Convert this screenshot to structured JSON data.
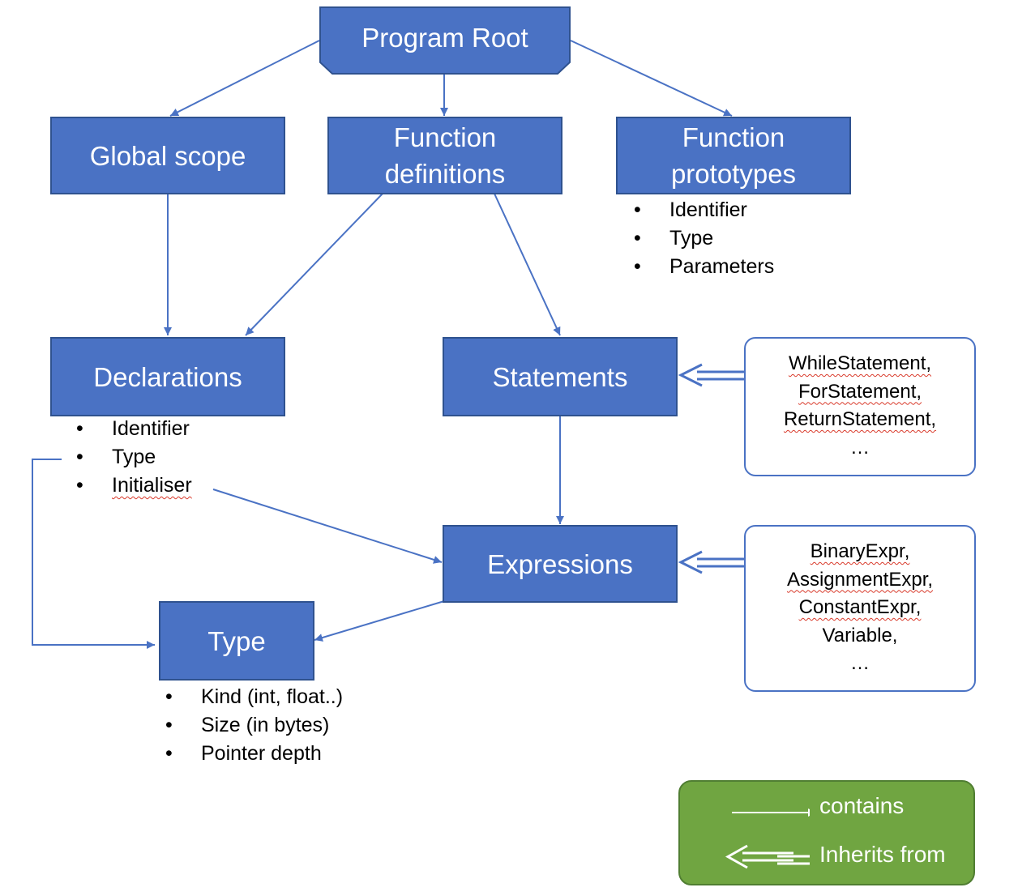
{
  "nodes": {
    "program_root": "Program Root",
    "global_scope": "Global scope",
    "function_definitions": [
      "Function",
      "definitions"
    ],
    "function_prototypes": [
      "Function",
      "prototypes"
    ],
    "declarations": "Declarations",
    "statements": "Statements",
    "expressions": "Expressions",
    "type": "Type"
  },
  "prototype_fields": [
    "Identifier",
    "Type",
    "Parameters"
  ],
  "declaration_fields": [
    "Identifier",
    "Type",
    "Initialiser"
  ],
  "type_fields": [
    "Kind (int, float..)",
    "Size (in bytes)",
    "Pointer depth"
  ],
  "statement_subtypes": [
    "WhileStatement,",
    "ForStatement,",
    "ReturnStatement,",
    "…"
  ],
  "expression_subtypes": [
    "BinaryExpr,",
    "AssignmentExpr,",
    "ConstantExpr,",
    "Variable,",
    "…"
  ],
  "legend": {
    "contains": "contains",
    "inherits_from": "Inherits from"
  },
  "colors": {
    "node_fill": "#4a72c4",
    "node_border": "#2f528f",
    "edge": "#4a72c4",
    "legend_fill": "#70a541",
    "spellcheck": "#d93a2b"
  }
}
